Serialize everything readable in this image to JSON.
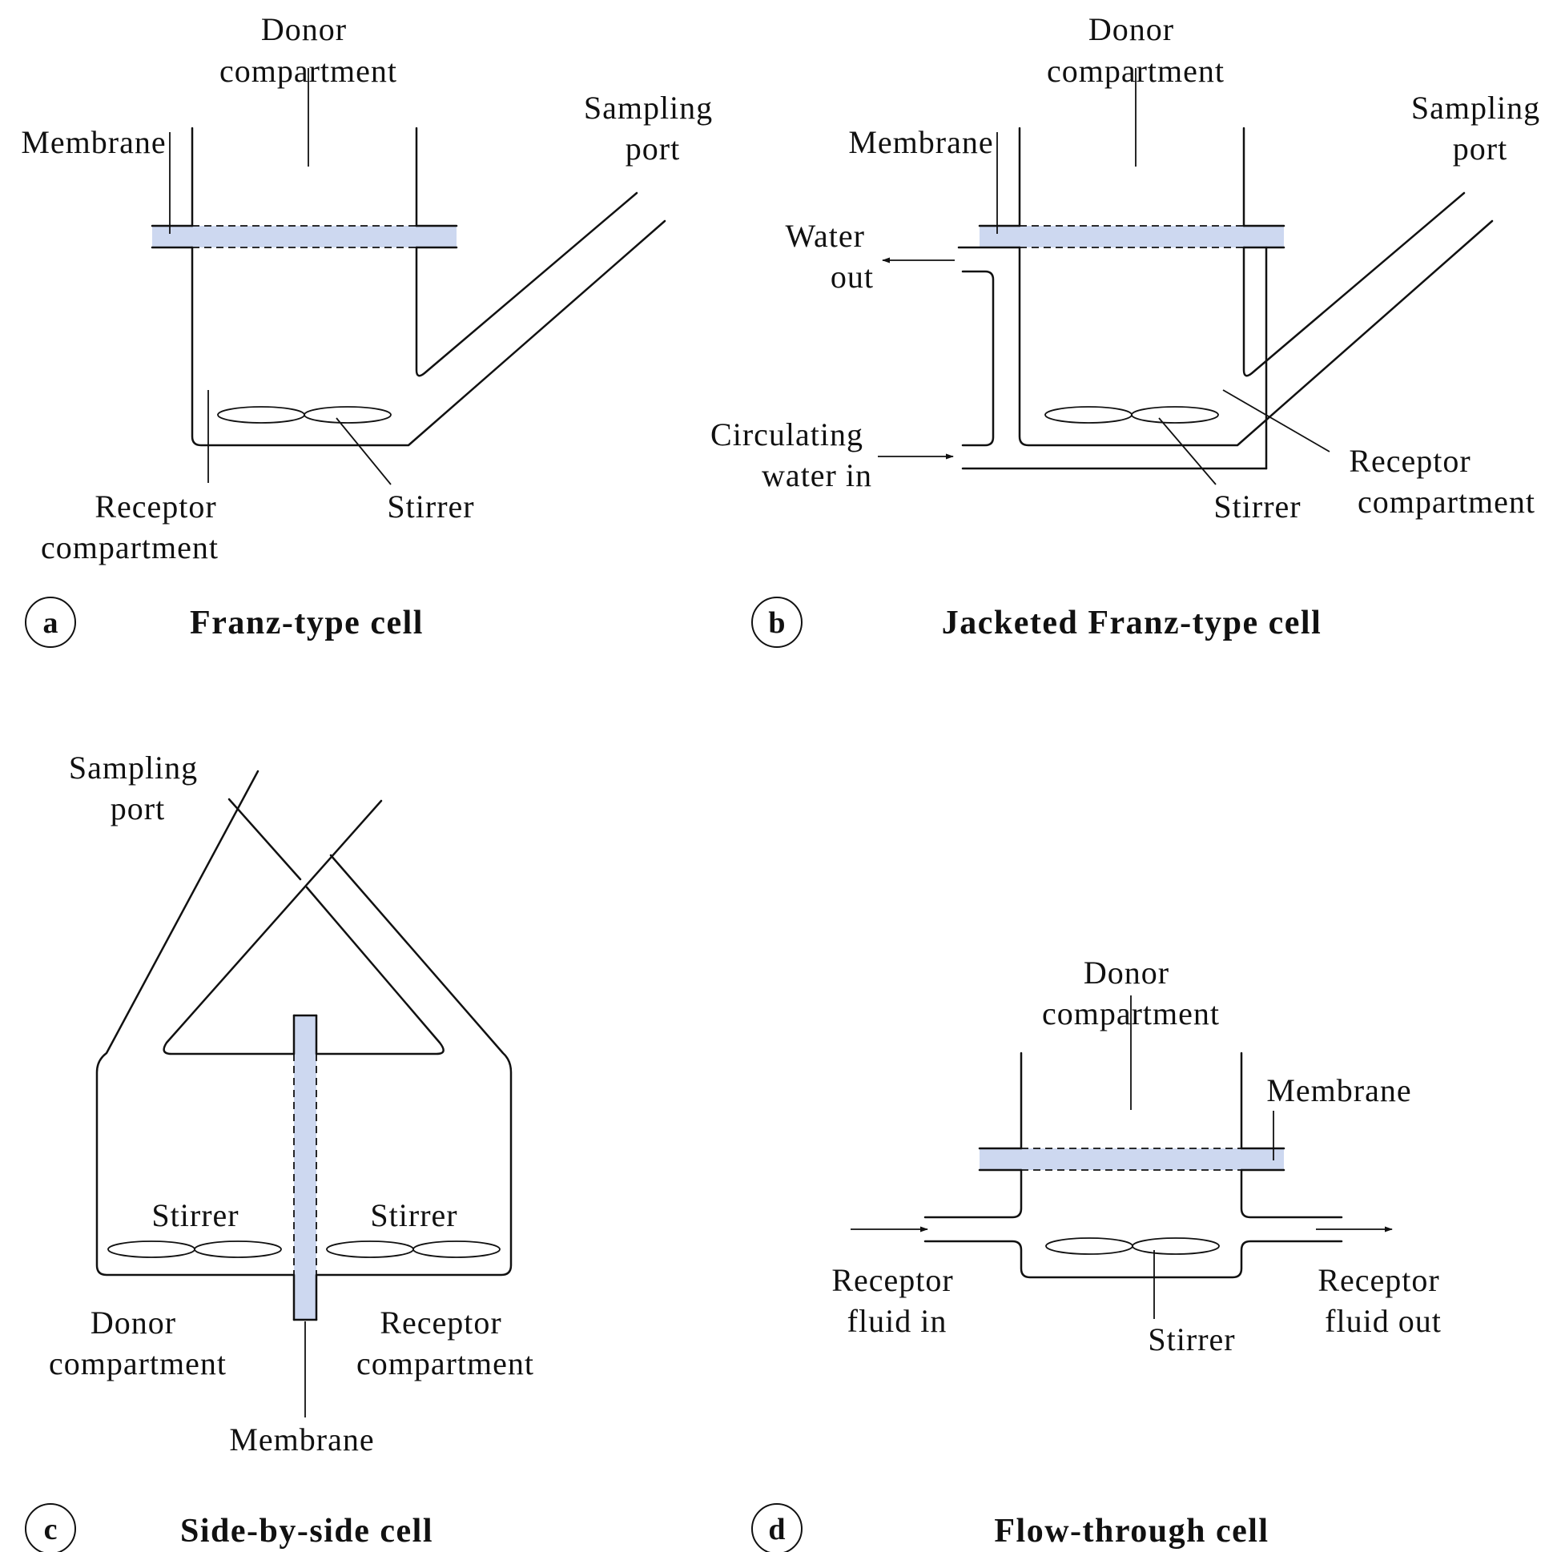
{
  "colors": {
    "membrane_fill": "#cdd8f0",
    "line": "#111111",
    "background": "#ffffff"
  },
  "panels": {
    "a": {
      "letter": "a",
      "title": "Franz-type cell",
      "labels": {
        "donor": [
          "Donor",
          "compartment"
        ],
        "membrane": "Membrane",
        "sampling": [
          "Sampling",
          "port"
        ],
        "receptor": [
          "Receptor",
          "compartment"
        ],
        "stirrer": "Stirrer"
      }
    },
    "b": {
      "letter": "b",
      "title": "Jacketed Franz-type cell",
      "labels": {
        "donor": [
          "Donor",
          "compartment"
        ],
        "membrane": "Membrane",
        "sampling": [
          "Sampling",
          "port"
        ],
        "water_out": [
          "Water",
          "out"
        ],
        "water_in": [
          "Circulating",
          "water in"
        ],
        "receptor": [
          "Receptor",
          "compartment"
        ],
        "stirrer": "Stirrer"
      }
    },
    "c": {
      "letter": "c",
      "title": "Side-by-side cell",
      "labels": {
        "sampling": [
          "Sampling",
          "port"
        ],
        "stirrer_left": "Stirrer",
        "stirrer_right": "Stirrer",
        "donor": [
          "Donor",
          "compartment"
        ],
        "receptor": [
          "Receptor",
          "compartment"
        ],
        "membrane": "Membrane"
      }
    },
    "d": {
      "letter": "d",
      "title": "Flow-through cell",
      "labels": {
        "donor": [
          "Donor",
          "compartment"
        ],
        "membrane": "Membrane",
        "fluid_in": [
          "Receptor",
          "fluid in"
        ],
        "fluid_out": [
          "Receptor",
          "fluid out"
        ],
        "stirrer": "Stirrer"
      }
    }
  }
}
